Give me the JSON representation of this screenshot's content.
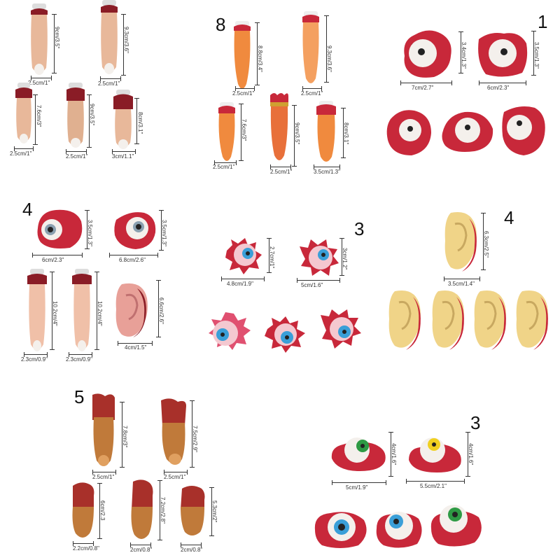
{
  "groups": {
    "fingers_a": {
      "dims": [
        "2.5cm/1\"",
        "9cm/3.5\"",
        "2.5cm/1\"",
        "9.3cm/3.6\"",
        "2.5cm/1\"",
        "7.6cm/3\"",
        "2.5cm/1\"",
        "9cm/3.5\"",
        "3cm/1.1\"",
        "8cm/3.1\""
      ]
    },
    "fingers_b": {
      "count": "8",
      "dims": [
        "2.5cm/1\"",
        "8.8cm/3.4\"",
        "2.5cm/1\"",
        "9.3cm/3.6\"",
        "2.5cm/1\"",
        "7.6cm/3\"",
        "2.5cm/1\"",
        "9cm/3.5\"",
        "3.5cm/1.3\"",
        "8cm/3.1\""
      ]
    },
    "eyes_a": {
      "count": "1",
      "dims": [
        "7cm/2.7\"",
        "3.4cm/1.3\"",
        "6cm/2.3\"",
        "3.5cm/1.3\""
      ]
    },
    "mixed": {
      "count": "4",
      "dims": [
        "6cm/2.3\"",
        "3.5cm/1.3\"",
        "6.8cm/2.6\"",
        "3.5cm/1.3\"",
        "2.3cm/0.9\"",
        "10.2cm/4\"",
        "2.3cm/0.9\"",
        "10.2cm/4\"",
        "4cm/1.5\"",
        "6.6cm/2.6\""
      ]
    },
    "eyes_b": {
      "count": "3",
      "dims": [
        "4.8cm/1.9\"",
        "2.7cm/1\"",
        "5cm/1.6\"",
        "3cm/1.2\""
      ]
    },
    "ears": {
      "count": "4",
      "dims": [
        "3.5cm/1.4\"",
        "6.3cm/2.5\""
      ]
    },
    "fingers_c": {
      "count": "5",
      "dims": [
        "2.5cm/1\"",
        "7.8cm/3\"",
        "2.5cm/1\"",
        "7.5cm/2.9\"",
        "2.2cm/0.8\"",
        "6cm/2.3",
        "2cm/0.8\"",
        "7.2cm/2.8\"",
        "2cm/0.8\"",
        "5.3cm/2\""
      ]
    },
    "eyes_c": {
      "count": "3",
      "dims": [
        "5cm/1.9\"",
        "4cm/1.6\"",
        "5.5cm/2.1\"",
        "4cm/1.6\""
      ]
    }
  },
  "colors": {
    "skin": "#e8b89a",
    "nail": "#f4f0ec",
    "blood": "#c8283a",
    "blood_dark": "#8a1c26",
    "orange_finger": "#f08a3e",
    "rotten_finger": "#c07a3a",
    "ear": "#f0d488",
    "iris_blue": "#3a9fd8",
    "iris_green": "#2e9a44",
    "iris_yellow": "#f0d020",
    "iris_grey": "#8aa0b0"
  }
}
